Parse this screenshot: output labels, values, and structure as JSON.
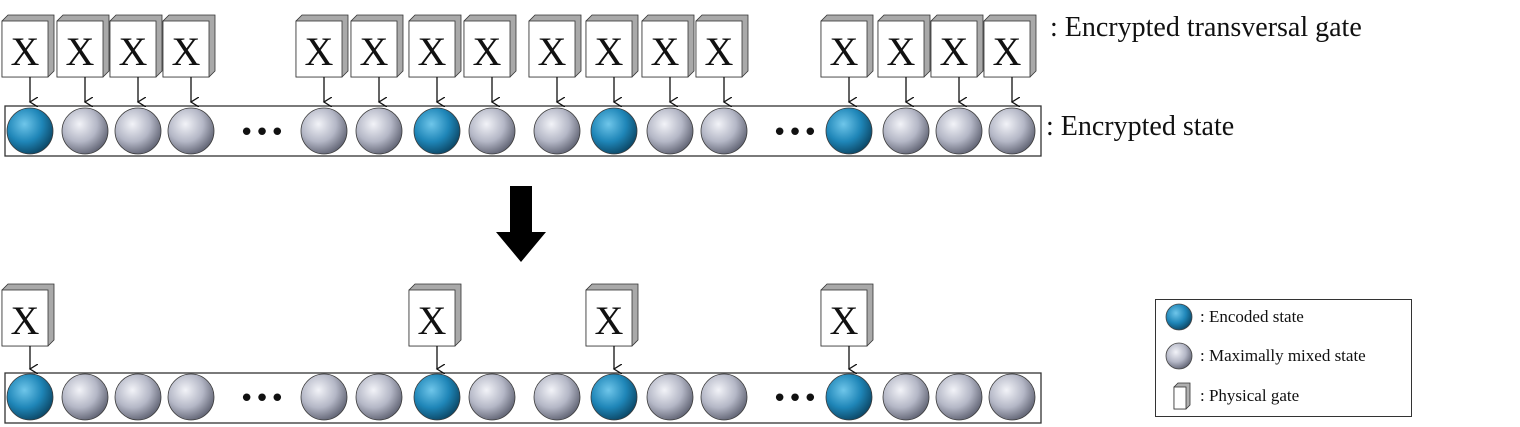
{
  "labels": {
    "gate_row": ": Encrypted transversal gate",
    "state_row": ": Encrypted state"
  },
  "gate_symbol": "X",
  "ellipsis": "•••",
  "panels": [
    {
      "qubits": [
        "encoded",
        "mixed",
        "mixed",
        "mixed",
        "ellipsis",
        "mixed",
        "mixed",
        "encoded",
        "mixed",
        "mixed",
        "encoded",
        "mixed",
        "mixed",
        "ellipsis",
        "encoded",
        "mixed",
        "mixed",
        "mixed"
      ],
      "gated": [
        true,
        true,
        true,
        true,
        false,
        true,
        true,
        true,
        true,
        true,
        true,
        true,
        true,
        false,
        true,
        true,
        true,
        true
      ]
    },
    {
      "qubits": [
        "encoded",
        "mixed",
        "mixed",
        "mixed",
        "ellipsis",
        "mixed",
        "mixed",
        "encoded",
        "mixed",
        "mixed",
        "encoded",
        "mixed",
        "mixed",
        "ellipsis",
        "encoded",
        "mixed",
        "mixed",
        "mixed"
      ],
      "gated": [
        true,
        false,
        false,
        false,
        false,
        false,
        false,
        true,
        false,
        false,
        true,
        false,
        false,
        false,
        true,
        false,
        false,
        false
      ]
    }
  ],
  "legend": {
    "encoded": ": Encoded state",
    "mixed": ": Maximally mixed state",
    "gate": ": Physical gate"
  },
  "colors": {
    "encoded": "#1f86b8",
    "mixed": "#b9bccb",
    "frame": "#333333"
  }
}
